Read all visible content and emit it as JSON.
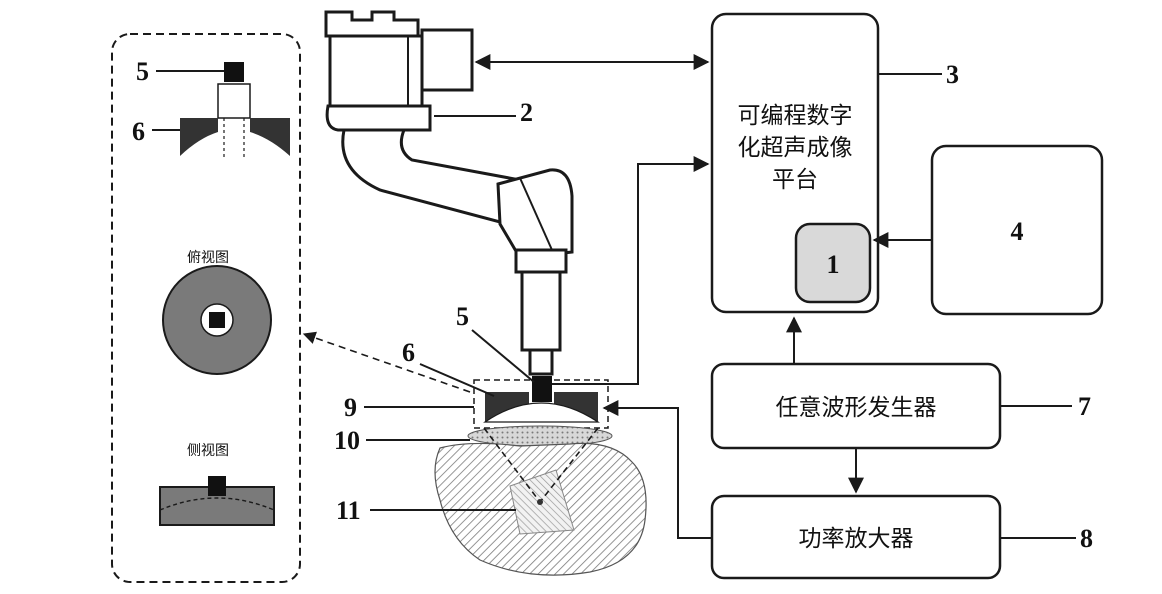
{
  "blocks": {
    "platform": {
      "line1": "可编程数字",
      "line2": "化超声成像",
      "line3": "平台",
      "number": "3"
    },
    "inner_box_number": "1",
    "box4_number": "4",
    "generator": {
      "label": "任意波形发生器",
      "number": "7"
    },
    "amplifier": {
      "label": "功率放大器",
      "number": "8"
    }
  },
  "inset": {
    "top_view_label": "俯视图",
    "side_view_label": "侧视图",
    "label_5": "5",
    "label_6": "6"
  },
  "labels": {
    "robot": "2",
    "transducer": "5",
    "housing": "6",
    "frame": "9",
    "coupling": "10",
    "target": "11"
  },
  "colors": {
    "ink": "#1a1a1a",
    "gray_fill": "#7a7a7a",
    "light_gray": "#d9d9d9",
    "hatch": "#6a6a6a"
  }
}
